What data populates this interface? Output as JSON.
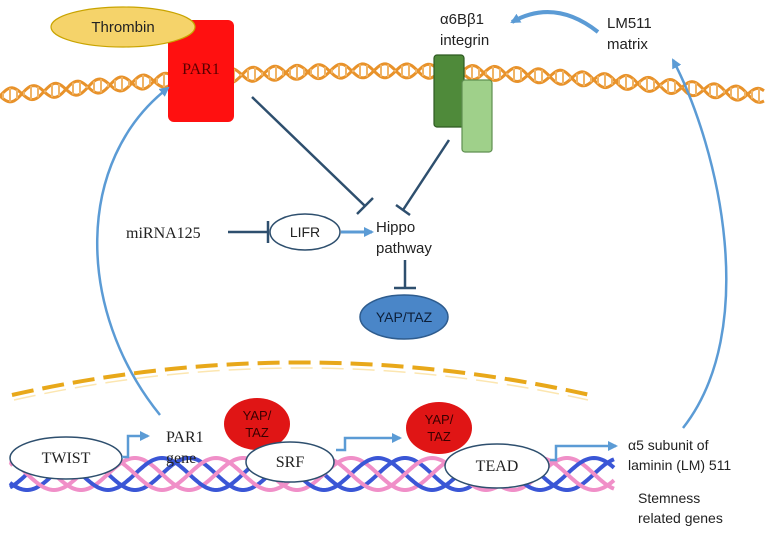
{
  "labels": {
    "thrombin": "Thrombin",
    "par1_receptor": "PAR1",
    "integrin_line1": "α6Bβ1",
    "integrin_line2": "integrin",
    "lm511_line1": "LM511",
    "lm511_line2": "matrix",
    "mirna": "miRNA125",
    "lifr": "LIFR",
    "hippo_line1": "Hippo",
    "hippo_line2": "pathway",
    "yap_taz_cyto": "YAP/TAZ",
    "twist": "TWIST",
    "par1_gene_line1": "PAR1",
    "par1_gene_line2": "gene",
    "yap_srf_line1": "YAP/",
    "yap_srf_line2": "TAZ",
    "srf": "SRF",
    "yap_tead_line1": "YAP/",
    "yap_tead_line2": "TAZ",
    "tead": "TEAD",
    "alpha5_line1": "α5 subunit of",
    "alpha5_line2": "laminin (LM) 511",
    "stemness_line1": "Stemness",
    "stemness_line2": "related genes"
  },
  "colors": {
    "membrane": "#e8922a",
    "par1": "#ff1010",
    "thrombin_fill": "#f5d36a",
    "integrin_dark": "#4f8a3a",
    "integrin_light": "#9fd08a",
    "arrow_blue": "#5b9bd5",
    "inhibit_navy": "#2e4f6e",
    "yap_cyto": "#4a86c8",
    "yap_nuclear": "#e01515",
    "dna_blue": "#3a56d6",
    "dna_pink": "#f08fc8",
    "nucleus_dash": "#e8a81a"
  }
}
